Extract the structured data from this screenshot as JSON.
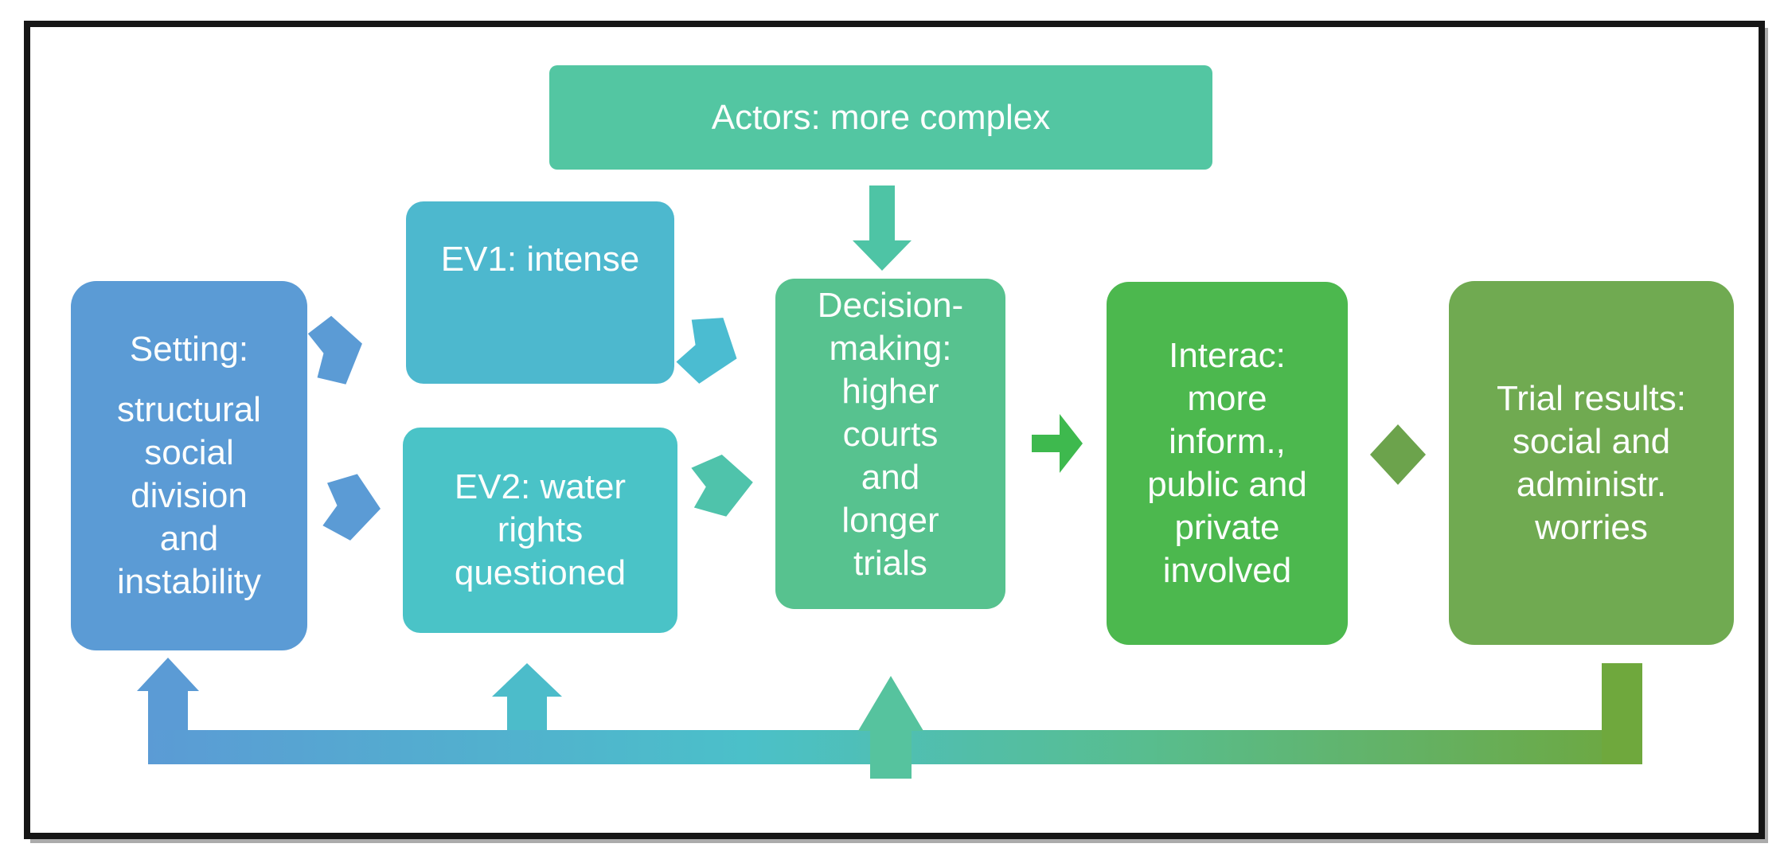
{
  "diagram": {
    "background": "#ffffff",
    "frame_color": "#161616",
    "text_color": "#fdfefd",
    "boxes": {
      "actors": {
        "text": "Actors: more complex",
        "color": "#53c6a2"
      },
      "ev1": {
        "text": "EV1: intense",
        "color": "#4db8ce"
      },
      "setting": {
        "title": "Setting:",
        "body": "structural\nsocial\ndivision\nand\ninstability",
        "color": "#5b9bd5"
      },
      "ev2": {
        "text": "EV2: water\nrights\nquestioned",
        "color": "#4ac3c7"
      },
      "decision": {
        "text": "Decision-\nmaking:\nhigher\ncourts\nand\nlonger\ntrials",
        "color": "#57c28f"
      },
      "interac": {
        "text": "Interac:\nmore\ninform.,\npublic and\nprivate\ninvolved",
        "color": "#4cb84e"
      },
      "trial": {
        "text": "Trial results:\nsocial and\nadministr.\nworries",
        "color": "#70aa51"
      }
    },
    "connectors": {
      "actors_to_decision": {
        "color": "#4ec4a5"
      },
      "setting_to_ev1": {
        "color": "#5b9bd5"
      },
      "setting_to_ev2": {
        "color": "#5b9bd5"
      },
      "ev1_to_decision": {
        "color": "#4bbcd1"
      },
      "ev2_to_decision": {
        "color": "#4fc3ab"
      },
      "decision_to_interac": {
        "color": "#3eb94e"
      },
      "interac_to_trial_diamond": {
        "color": "#6ca34c"
      },
      "feedback": {
        "gradient_stops": [
          "#5b9bd5",
          "#4bc0c9",
          "#58bd8e",
          "#6ea73e"
        ],
        "arrow_left_color": "#5b9bd5",
        "arrow_ev2_color": "#4cbcca",
        "arrow_center_color": "#56c39e",
        "elbow_color": "#6fa83d"
      }
    }
  }
}
